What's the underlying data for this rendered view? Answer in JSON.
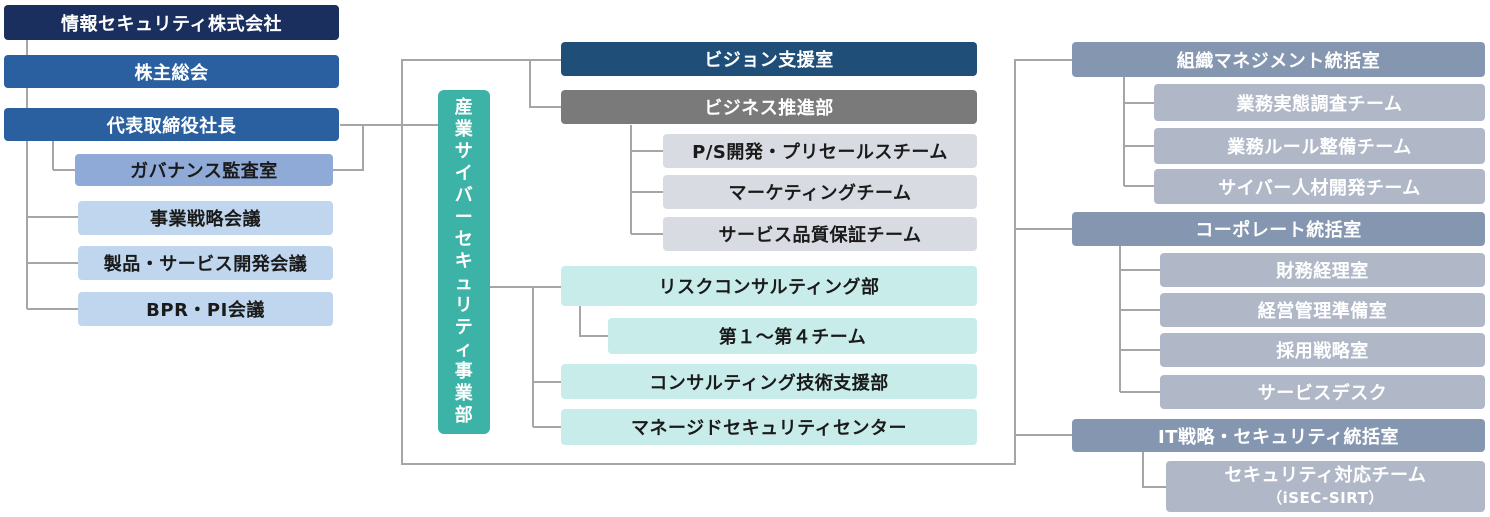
{
  "company": "情報セキュリティ株式会社",
  "shareholders": "株主総会",
  "ceo": "代表取締役社長",
  "governance": "ガバナンス監査室",
  "councils": [
    "事業戦略会議",
    "製品・サービス開発会議",
    "BPR・PI会議"
  ],
  "division": [
    "産",
    "業",
    "サ",
    "イ",
    "バ",
    "ー",
    "セ",
    "キ",
    "ュ",
    "リ",
    "テ",
    "ィ",
    "事",
    "業",
    "部"
  ],
  "vision": "ビジョン支援室",
  "business_promo": "ビジネス推進部",
  "business_teams": [
    "P/S開発・プリセールスチーム",
    "マーケティングチーム",
    "サービス品質保証チーム"
  ],
  "risk_consulting": "リスクコンサルティング部",
  "risk_teams": "第１～第４チーム",
  "consulting_tech": "コンサルティング技術支援部",
  "msc": "マネージドセキュリティセンター",
  "org_mgmt": "組織マネジメント統括室",
  "org_teams": [
    "業務実態調査チーム",
    "業務ルール整備チーム",
    "サイバー人材開発チーム"
  ],
  "corporate": "コーポレート統括室",
  "corporate_teams": [
    "財務経理室",
    "経営管理準備室",
    "採用戦略室",
    "サービスデスク"
  ],
  "it_strategy": "IT戦略・セキュリティ統括室",
  "sirt_name": "セキュリティ対応チーム",
  "sirt_sub": "（iSEC-SIRT）",
  "colors": {
    "navy": "#1a2f5e",
    "blue": "#2a60a0",
    "teal": "#3cb3a6",
    "steel": "#8596b0",
    "light_steel": "#b0b8c8",
    "line": "#a6a6a6"
  }
}
